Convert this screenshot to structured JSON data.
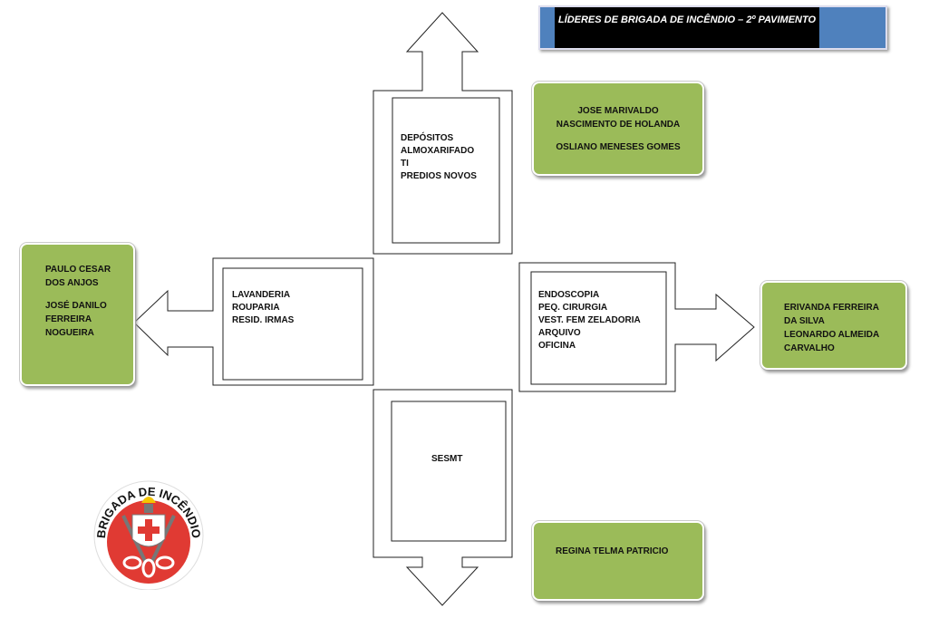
{
  "title": "LÍDERES DE BRIGADA DE INCÊNDIO – 2º PAVIMENTO",
  "north": {
    "areas": [
      "DEPÓSITOS",
      "ALMOXARIFADO",
      "TI",
      "PREDIOS NOVOS"
    ],
    "leaders": [
      "JOSE MARIVALDO",
      "NASCIMENTO DE HOLANDA",
      "OSLIANO MENESES GOMES"
    ]
  },
  "west": {
    "areas": [
      "LAVANDERIA",
      "ROUPARIA",
      "RESID. IRMAS"
    ],
    "leaders": [
      "PAULO CESAR",
      "DOS ANJOS",
      "JOSÉ DANILO",
      "FERREIRA",
      "NOGUEIRA"
    ]
  },
  "east": {
    "areas": [
      "ENDOSCOPIA",
      "PEQ. CIRURGIA",
      "VEST. FEM ZELADORIA",
      "ARQUIVO",
      "OFICINA"
    ],
    "leaders": [
      "ERIVANDA FERREIRA",
      "DA SILVA",
      "LEONARDO ALMEIDA",
      "CARVALHO"
    ]
  },
  "south": {
    "areas": [
      "SESMT"
    ],
    "leaders": [
      "REGINA TELMA PATRICIO"
    ]
  },
  "logo": {
    "text": "BRIGADA DE INCÊNDIO"
  },
  "colors": {
    "green": "#9bbb59",
    "blue": "#4f81bd",
    "red": "#e03a33"
  }
}
